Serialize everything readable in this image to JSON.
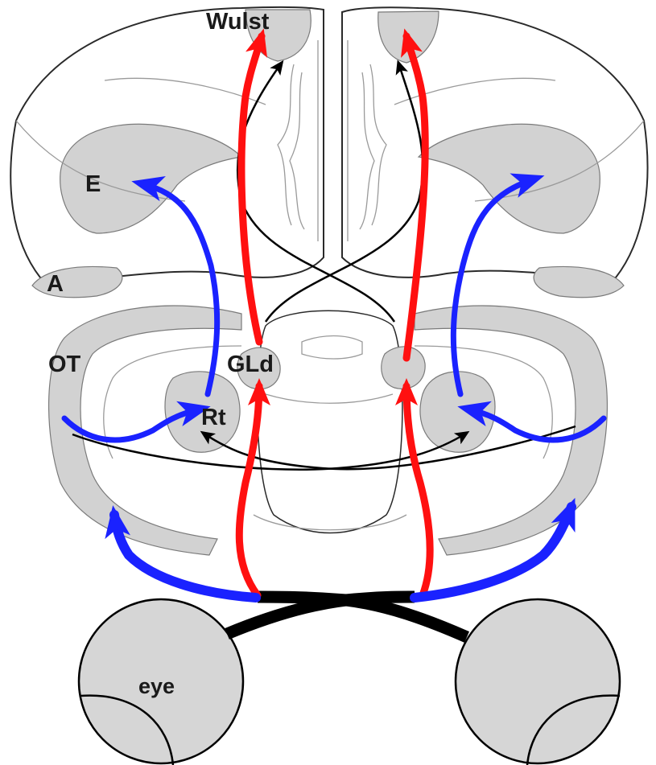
{
  "labels": {
    "wulst": "Wulst",
    "e": "E",
    "a": "A",
    "ot": "OT",
    "gld": "GLd",
    "rt": "Rt",
    "eye": "eye"
  },
  "colors": {
    "thalamofugal_pathway": "#ff1010",
    "tectofugal_pathway": "#1a22ff",
    "commissural_fibers": "#000000",
    "nuclei_fill": "#d2d2d2"
  }
}
